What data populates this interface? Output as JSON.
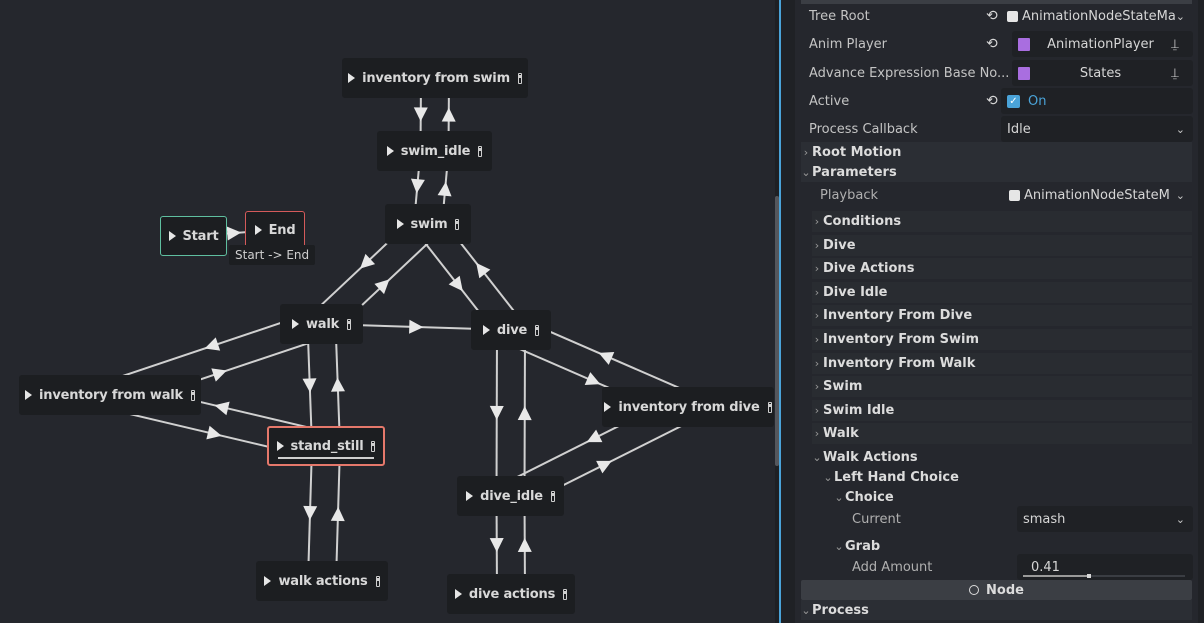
{
  "graph": {
    "nodes": [
      {
        "id": "inventory_from_swim",
        "label": "inventory from swim",
        "kind": "normal"
      },
      {
        "id": "swim_idle",
        "label": "swim_idle",
        "kind": "normal"
      },
      {
        "id": "swim",
        "label": "swim",
        "kind": "normal"
      },
      {
        "id": "start",
        "label": "Start",
        "kind": "start"
      },
      {
        "id": "end",
        "label": "End",
        "kind": "end"
      },
      {
        "id": "walk",
        "label": "walk",
        "kind": "normal"
      },
      {
        "id": "dive",
        "label": "dive",
        "kind": "normal"
      },
      {
        "id": "inventory_from_walk",
        "label": "inventory from walk",
        "kind": "normal"
      },
      {
        "id": "inventory_from_dive",
        "label": "inventory from dive",
        "kind": "normal"
      },
      {
        "id": "stand_still",
        "label": "stand_still",
        "kind": "current"
      },
      {
        "id": "dive_idle",
        "label": "dive_idle",
        "kind": "normal"
      },
      {
        "id": "walk_actions",
        "label": "walk actions",
        "kind": "normal"
      },
      {
        "id": "dive_actions",
        "label": "dive actions",
        "kind": "normal"
      }
    ],
    "transitions": [
      [
        "start",
        "end"
      ],
      [
        "swim_idle",
        "inventory_from_swim"
      ],
      [
        "inventory_from_swim",
        "swim_idle"
      ],
      [
        "swim",
        "swim_idle"
      ],
      [
        "swim_idle",
        "swim"
      ],
      [
        "walk",
        "swim"
      ],
      [
        "swim",
        "walk"
      ],
      [
        "dive",
        "swim"
      ],
      [
        "swim",
        "dive"
      ],
      [
        "walk",
        "dive"
      ],
      [
        "inventory_from_walk",
        "walk"
      ],
      [
        "walk",
        "inventory_from_walk"
      ],
      [
        "inventory_from_walk",
        "stand_still"
      ],
      [
        "stand_still",
        "inventory_from_walk"
      ],
      [
        "stand_still",
        "walk"
      ],
      [
        "walk",
        "stand_still"
      ],
      [
        "walk_actions",
        "stand_still"
      ],
      [
        "stand_still",
        "walk_actions"
      ],
      [
        "dive",
        "inventory_from_dive"
      ],
      [
        "inventory_from_dive",
        "dive"
      ],
      [
        "dive_idle",
        "inventory_from_dive"
      ],
      [
        "inventory_from_dive",
        "dive_idle"
      ],
      [
        "dive_idle",
        "dive"
      ],
      [
        "dive",
        "dive_idle"
      ],
      [
        "dive_actions",
        "dive_idle"
      ],
      [
        "dive_idle",
        "dive_actions"
      ]
    ],
    "tooltip": "Start -> End",
    "playback_progress": 1.0
  },
  "inspector": {
    "properties": [
      {
        "label": "Tree Root",
        "value": "AnimationNodeStateMa",
        "icon": "state-machine-icon",
        "revert": true,
        "dropdown": true
      },
      {
        "label": "Anim Player",
        "value": "AnimationPlayer",
        "icon": "animation-player-icon",
        "revert": true,
        "clear": true
      },
      {
        "label": "Advance Expression Base No...",
        "value": "States",
        "icon": "node-icon",
        "revert": false,
        "clear": true
      },
      {
        "label": "Active",
        "value": "On",
        "checked": true,
        "revert": true
      },
      {
        "label": "Process Callback",
        "value": "Idle",
        "dropdown": true
      }
    ],
    "root_motion": "Root Motion",
    "parameters": "Parameters",
    "playback": {
      "label": "Playback",
      "value": "AnimationNodeStateM"
    },
    "groups": [
      "Conditions",
      "Dive",
      "Dive Actions",
      "Dive Idle",
      "Inventory From Dive",
      "Inventory From Swim",
      "Inventory From Walk",
      "Swim",
      "Swim Idle",
      "Walk"
    ],
    "walk_actions": "Walk Actions",
    "left_hand_choice": "Left Hand Choice",
    "choice": "Choice",
    "current": {
      "label": "Current",
      "value": "smash"
    },
    "grab": "Grab",
    "add_amount": {
      "label": "Add Amount",
      "value": "0.41",
      "fraction": 0.41
    },
    "node_section": "Node",
    "process": "Process"
  }
}
